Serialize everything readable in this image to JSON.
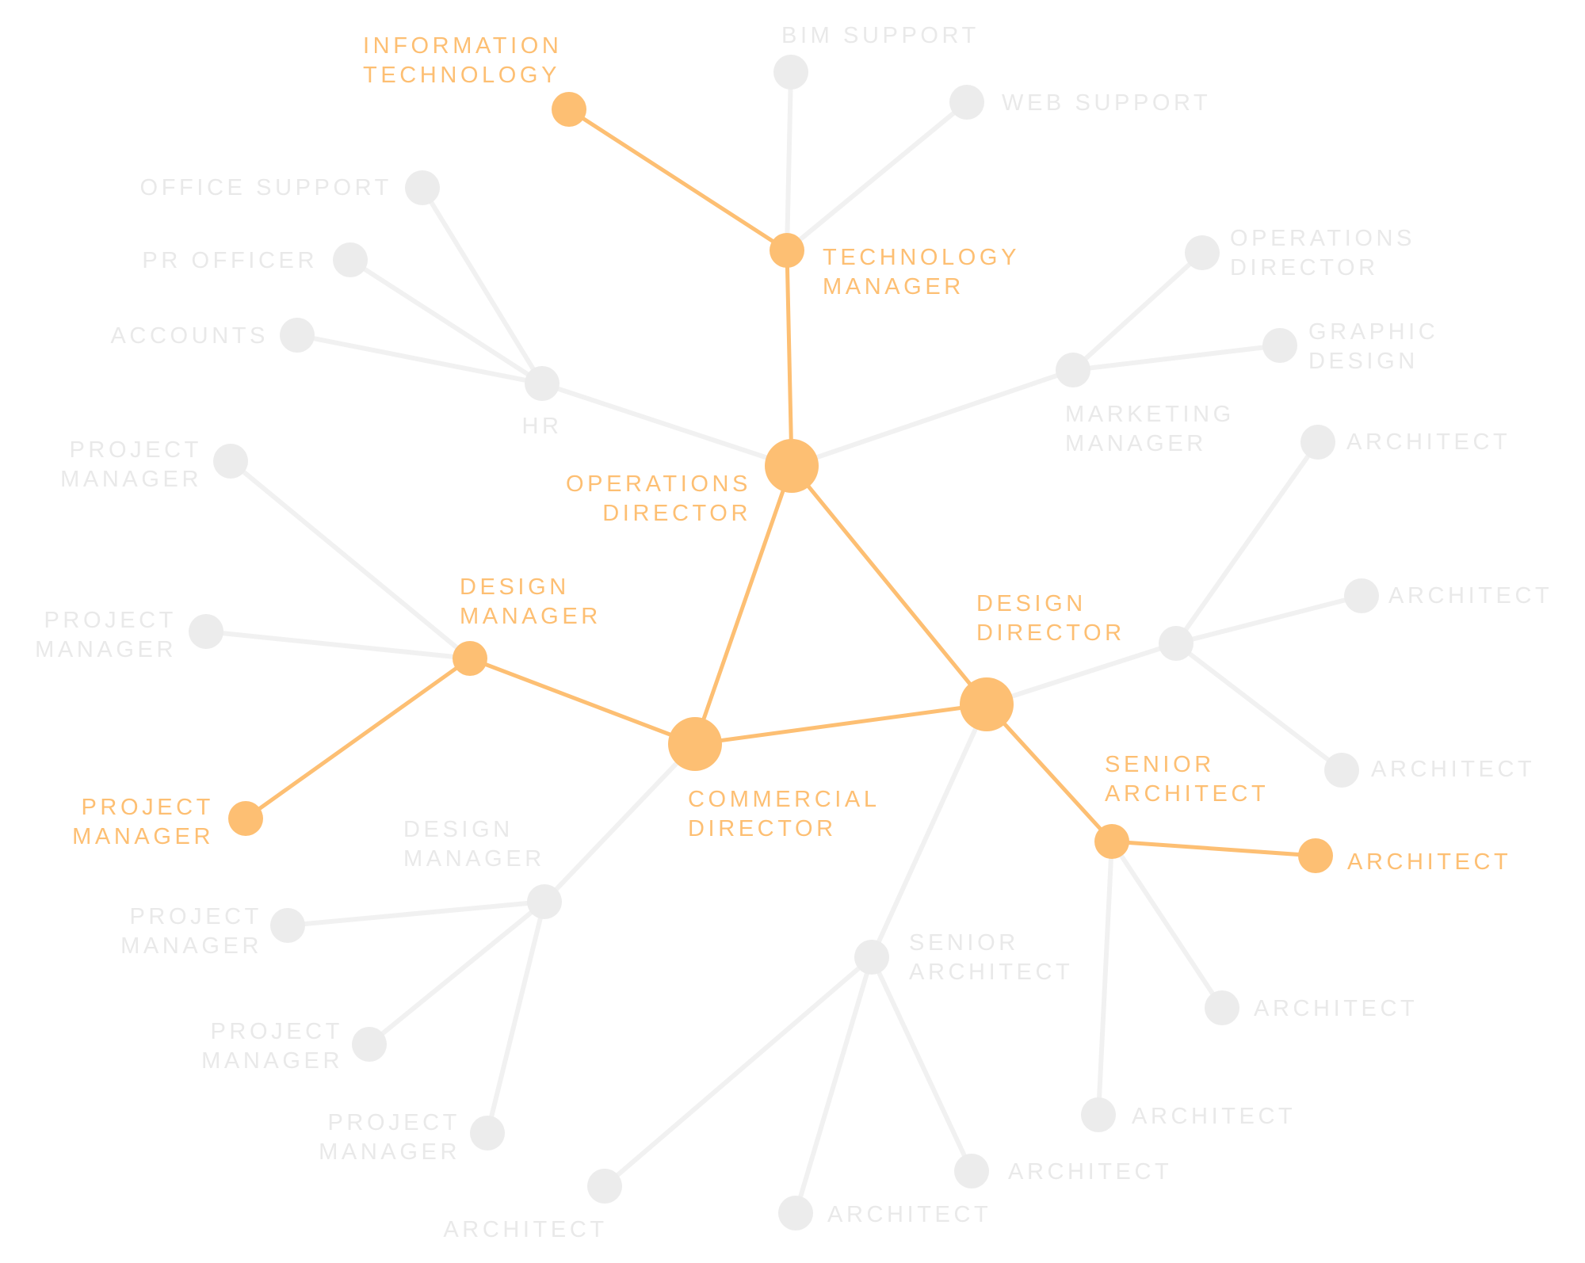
{
  "colors": {
    "accent": "#FDBF73",
    "muted_node": "#ECECEC",
    "muted_edge": "#F1F1F1",
    "muted_text": "#E9E9E9"
  },
  "nodes": {
    "n_info_tech": {
      "label": [
        "INFORMATION",
        "TECHNOLOGY"
      ],
      "highlight": true
    },
    "n_bim": {
      "label": [
        "BIM SUPPORT"
      ],
      "highlight": false
    },
    "n_web": {
      "label": [
        "WEB SUPPORT"
      ],
      "highlight": false
    },
    "n_tech_mgr": {
      "label": [
        "TECHNOLOGY",
        "MANAGER"
      ],
      "highlight": true
    },
    "n_office": {
      "label": [
        "OFFICE SUPPORT"
      ],
      "highlight": false
    },
    "n_pr": {
      "label": [
        "PR OFFICER"
      ],
      "highlight": false
    },
    "n_accounts": {
      "label": [
        "ACCOUNTS"
      ],
      "highlight": false
    },
    "n_hr": {
      "label": [
        "HR"
      ],
      "highlight": false
    },
    "n_ops_dir2": {
      "label": [
        "OPERATIONS",
        "DIRECTOR"
      ],
      "highlight": false
    },
    "n_graphic": {
      "label": [
        "GRAPHIC",
        "DESIGN"
      ],
      "highlight": false
    },
    "n_marketing": {
      "label": [
        "MARKETING",
        "MANAGER"
      ],
      "highlight": false
    },
    "n_ops_dir": {
      "label": [
        "OPERATIONS",
        "DIRECTOR"
      ],
      "highlight": true
    },
    "n_pm_a": {
      "label": [
        "PROJECT",
        "MANAGER"
      ],
      "highlight": false
    },
    "n_pm_b": {
      "label": [
        "PROJECT",
        "MANAGER"
      ],
      "highlight": false
    },
    "n_design_mgr1": {
      "label": [
        "DESIGN",
        "MANAGER"
      ],
      "highlight": true
    },
    "n_pm_hl": {
      "label": [
        "PROJECT",
        "MANAGER"
      ],
      "highlight": true
    },
    "n_commercial": {
      "label": [
        "COMMERCIAL",
        "DIRECTOR"
      ],
      "highlight": true
    },
    "n_design_dir": {
      "label": [
        "DESIGN",
        "DIRECTOR"
      ],
      "highlight": true
    },
    "n_arch_r1": {
      "label": [
        "ARCHITECT"
      ],
      "highlight": false
    },
    "n_arch_r2": {
      "label": [
        "ARCHITECT"
      ],
      "highlight": false
    },
    "n_hub_r": {
      "label": [],
      "highlight": false
    },
    "n_arch_r3": {
      "label": [
        "ARCHITECT"
      ],
      "highlight": false
    },
    "n_senior_arch1": {
      "label": [
        "SENIOR",
        "ARCHITECT"
      ],
      "highlight": true
    },
    "n_arch_hl": {
      "label": [
        "ARCHITECT"
      ],
      "highlight": true
    },
    "n_design_mgr2": {
      "label": [
        "DESIGN",
        "MANAGER"
      ],
      "highlight": false
    },
    "n_pm_c": {
      "label": [
        "PROJECT",
        "MANAGER"
      ],
      "highlight": false
    },
    "n_pm_d": {
      "label": [
        "PROJECT",
        "MANAGER"
      ],
      "highlight": false
    },
    "n_pm_e": {
      "label": [
        "PROJECT",
        "MANAGER"
      ],
      "highlight": false
    },
    "n_senior_arch2": {
      "label": [
        "SENIOR",
        "ARCHITECT"
      ],
      "highlight": false
    },
    "n_arch_b1": {
      "label": [
        "ARCHITECT"
      ],
      "highlight": false
    },
    "n_arch_b2": {
      "label": [
        "ARCHITECT"
      ],
      "highlight": false
    },
    "n_arch_b3": {
      "label": [
        "ARCHITECT"
      ],
      "highlight": false
    },
    "n_arch_s1": {
      "label": [
        "ARCHITECT"
      ],
      "highlight": false
    },
    "n_arch_s2": {
      "label": [
        "ARCHITECT"
      ],
      "highlight": false
    }
  },
  "edges": [
    {
      "from": "n_info_tech",
      "to": "n_tech_mgr",
      "highlight": true
    },
    {
      "from": "n_bim",
      "to": "n_tech_mgr",
      "highlight": false
    },
    {
      "from": "n_web",
      "to": "n_tech_mgr",
      "highlight": false
    },
    {
      "from": "n_tech_mgr",
      "to": "n_ops_dir",
      "highlight": true
    },
    {
      "from": "n_office",
      "to": "n_hr",
      "highlight": false
    },
    {
      "from": "n_pr",
      "to": "n_hr",
      "highlight": false
    },
    {
      "from": "n_accounts",
      "to": "n_hr",
      "highlight": false
    },
    {
      "from": "n_hr",
      "to": "n_ops_dir",
      "highlight": false
    },
    {
      "from": "n_ops_dir2",
      "to": "n_marketing",
      "highlight": false
    },
    {
      "from": "n_graphic",
      "to": "n_marketing",
      "highlight": false
    },
    {
      "from": "n_marketing",
      "to": "n_ops_dir",
      "highlight": false
    },
    {
      "from": "n_ops_dir",
      "to": "n_commercial",
      "highlight": true
    },
    {
      "from": "n_ops_dir",
      "to": "n_design_dir",
      "highlight": true
    },
    {
      "from": "n_pm_a",
      "to": "n_design_mgr1",
      "highlight": false
    },
    {
      "from": "n_pm_b",
      "to": "n_design_mgr1",
      "highlight": false
    },
    {
      "from": "n_design_mgr1",
      "to": "n_pm_hl",
      "highlight": true
    },
    {
      "from": "n_design_mgr1",
      "to": "n_commercial",
      "highlight": true
    },
    {
      "from": "n_commercial",
      "to": "n_design_dir",
      "highlight": true
    },
    {
      "from": "n_commercial",
      "to": "n_design_mgr2",
      "highlight": false
    },
    {
      "from": "n_design_dir",
      "to": "n_hub_r",
      "highlight": false
    },
    {
      "from": "n_hub_r",
      "to": "n_arch_r1",
      "highlight": false
    },
    {
      "from": "n_hub_r",
      "to": "n_arch_r2",
      "highlight": false
    },
    {
      "from": "n_hub_r",
      "to": "n_arch_r3",
      "highlight": false
    },
    {
      "from": "n_design_dir",
      "to": "n_senior_arch1",
      "highlight": true
    },
    {
      "from": "n_senior_arch1",
      "to": "n_arch_hl",
      "highlight": true
    },
    {
      "from": "n_senior_arch1",
      "to": "n_arch_b1",
      "highlight": false
    },
    {
      "from": "n_senior_arch1",
      "to": "n_arch_b2",
      "highlight": false
    },
    {
      "from": "n_design_dir",
      "to": "n_senior_arch2",
      "highlight": false
    },
    {
      "from": "n_senior_arch2",
      "to": "n_arch_b3",
      "highlight": false
    },
    {
      "from": "n_senior_arch2",
      "to": "n_arch_s1",
      "highlight": false
    },
    {
      "from": "n_senior_arch2",
      "to": "n_arch_s2",
      "highlight": false
    },
    {
      "from": "n_design_mgr2",
      "to": "n_pm_c",
      "highlight": false
    },
    {
      "from": "n_design_mgr2",
      "to": "n_pm_d",
      "highlight": false
    },
    {
      "from": "n_design_mgr2",
      "to": "n_pm_e",
      "highlight": false
    }
  ]
}
